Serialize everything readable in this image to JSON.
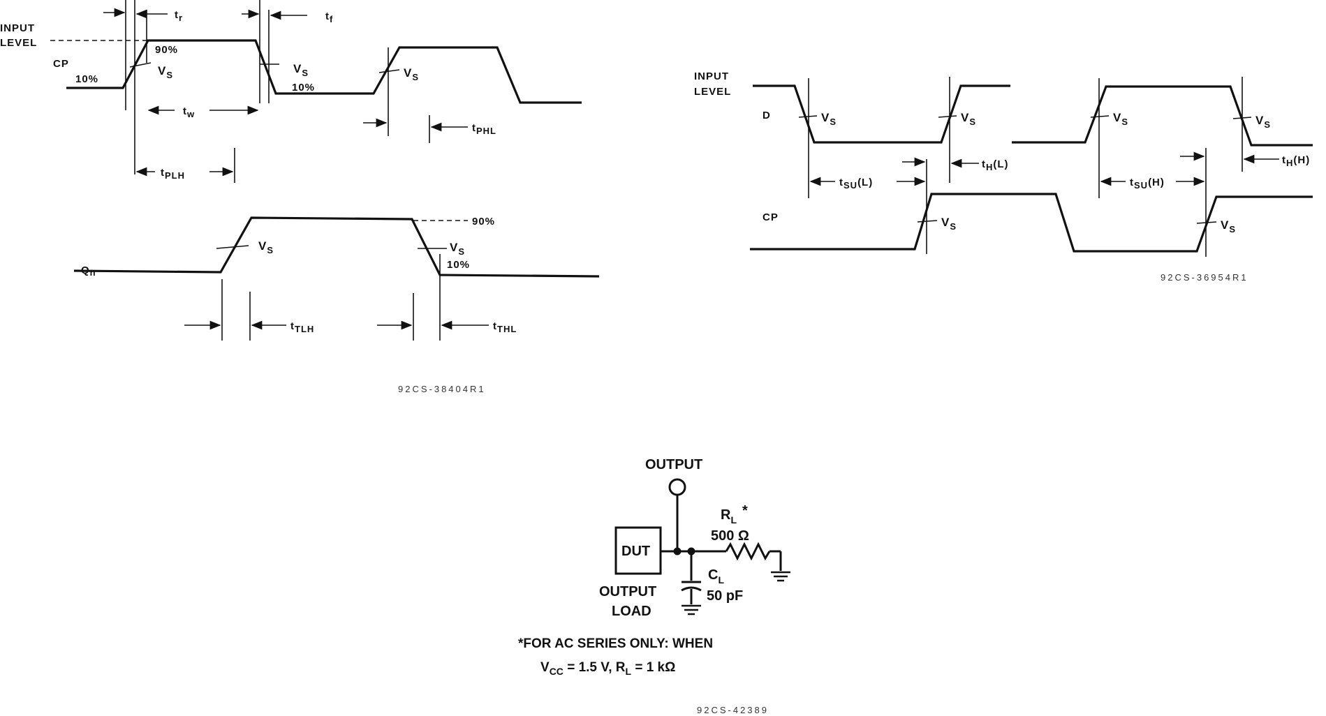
{
  "left_diagram": {
    "input_level_line1": "INPUT",
    "input_level_line2": "LEVEL",
    "cp": "CP",
    "pct90_top": "90%",
    "pct10_left": "10%",
    "vs": "V",
    "vs_sub": "S",
    "pct10_right": "10%",
    "tr": "t",
    "tr_sub": "r",
    "tf": "t",
    "tf_sub": "f",
    "tw": "t",
    "tw_sub": "w",
    "tplh": "t",
    "tplh_sub": "PLH",
    "tphl": "t",
    "tphl_sub": "PHL",
    "qn": "Q",
    "qn_sub": "n",
    "pct90_q": "90%",
    "pct10_q": "10%",
    "ttlh": "t",
    "ttlh_sub": "TLH",
    "tthl": "t",
    "tthl_sub": "THL",
    "code": "92CS-38404R1"
  },
  "right_diagram": {
    "input_level_line1": "INPUT",
    "input_level_line2": "LEVEL",
    "d": "D",
    "cp": "CP",
    "vs": "V",
    "vs_sub": "S",
    "tsu_l": "t",
    "tsu_l_sub": "SU",
    "tsu_l_suffix": "(L)",
    "th_l": "t",
    "th_l_sub": "H",
    "th_l_suffix": "(L)",
    "tsu_h": "t",
    "tsu_h_sub": "SU",
    "tsu_h_suffix": "(H)",
    "th_h": "t",
    "th_h_sub": "H",
    "th_h_suffix": "(H)",
    "code": "92CS-36954R1"
  },
  "circuit": {
    "output": "OUTPUT",
    "dut": "DUT",
    "rl": "R",
    "rl_sub": "L",
    "rl_star": "*",
    "rl_value": "500 Ω",
    "cl": "C",
    "cl_sub": "L",
    "cl_value": "50 pF",
    "output_load_line1": "OUTPUT",
    "output_load_line2": "LOAD",
    "note_line1": "*FOR AC SERIES ONLY: WHEN",
    "note_vcc": "V",
    "note_vcc_sub": "CC",
    "note_rest_a": " = 1.5 V, R",
    "note_rl_sub": "L",
    "note_rest_b": " = 1 kΩ",
    "code": "92CS-42389"
  }
}
